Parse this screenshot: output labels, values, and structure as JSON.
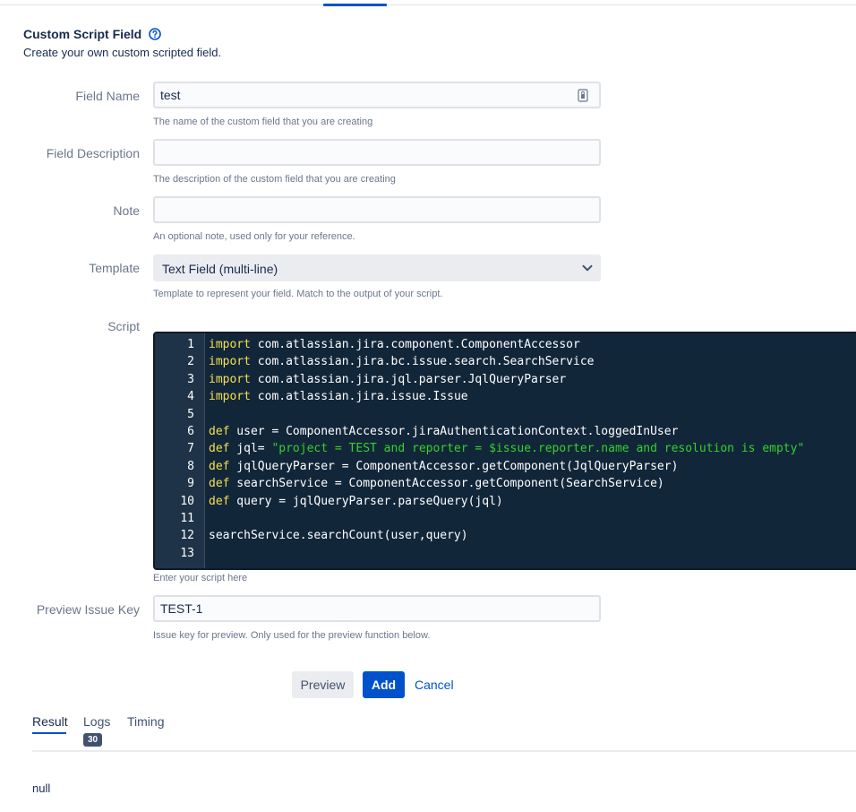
{
  "header": {
    "title": "Custom Script Field",
    "subtitle": "Create your own custom scripted field."
  },
  "form": {
    "field_name": {
      "label": "Field Name",
      "value": "test",
      "hint": "The name of the custom field that you are creating"
    },
    "field_description": {
      "label": "Field Description",
      "value": "",
      "hint": "The description of the custom field that you are creating"
    },
    "note": {
      "label": "Note",
      "value": "",
      "hint": "An optional note, used only for your reference."
    },
    "template": {
      "label": "Template",
      "value": "Text Field (multi-line)",
      "hint": "Template to represent your field. Match to the output of your script."
    },
    "script": {
      "label": "Script",
      "hint": "Enter your script here",
      "lines": [
        {
          "n": "1",
          "kw": "import",
          "rest": " com.atlassian.jira.component.ComponentAccessor"
        },
        {
          "n": "2",
          "kw": "import",
          "rest": " com.atlassian.jira.bc.issue.search.SearchService"
        },
        {
          "n": "3",
          "kw": "import",
          "rest": " com.atlassian.jira.jql.parser.JqlQueryParser"
        },
        {
          "n": "4",
          "kw": "import",
          "rest": " com.atlassian.jira.issue.Issue"
        },
        {
          "n": "5",
          "kw": "",
          "rest": ""
        },
        {
          "n": "6",
          "kw": "def",
          "rest": " user = ComponentAccessor.jiraAuthenticationContext.loggedInUser"
        },
        {
          "n": "7",
          "kw": "def",
          "rest": " jql= ",
          "str": "\"project = TEST and reporter = $issue.reporter.name and resolution is empty\""
        },
        {
          "n": "8",
          "kw": "def",
          "rest": " jqlQueryParser = ComponentAccessor.getComponent(JqlQueryParser)"
        },
        {
          "n": "9",
          "kw": "def",
          "rest": " searchService = ComponentAccessor.getComponent(SearchService)"
        },
        {
          "n": "10",
          "kw": "def",
          "rest": " query = jqlQueryParser.parseQuery(jql)"
        },
        {
          "n": "11",
          "kw": "",
          "rest": ""
        },
        {
          "n": "12",
          "kw": "",
          "rest": "searchService.searchCount(user,query)"
        },
        {
          "n": "13",
          "kw": "",
          "rest": ""
        }
      ]
    },
    "preview_issue_key": {
      "label": "Preview Issue Key",
      "value": "TEST-1",
      "hint": "Issue key for preview. Only used for the preview function below."
    }
  },
  "actions": {
    "preview_label": "Preview",
    "add_label": "Add",
    "cancel_label": "Cancel"
  },
  "results": {
    "tabs": [
      {
        "label": "Result"
      },
      {
        "label": "Logs",
        "badge": "30"
      },
      {
        "label": "Timing"
      }
    ],
    "output": "null"
  },
  "colors": {
    "accent": "#0052cc",
    "code_bg": "#12263a",
    "keyword": "#f4e04d",
    "string": "#35d12b"
  }
}
